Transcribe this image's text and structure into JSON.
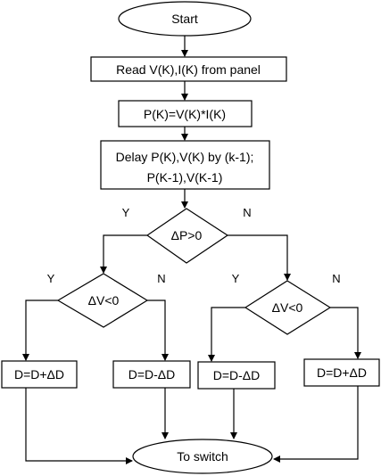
{
  "nodes": {
    "start": "Start",
    "read": "Read V(K),I(K) from panel",
    "power": "P(K)=V(K)*I(K)",
    "delay_line1": "Delay P(K),V(K) by (k-1);",
    "delay_line2": "P(K-1),V(K-1)",
    "dp_decision": "ΔP>0",
    "dv_left": "ΔV<0",
    "dv_right": "ΔV<0",
    "box_ll": "D=D+ΔD",
    "box_lr": "D=D-ΔD",
    "box_rl": "D=D-ΔD",
    "box_rr": "D=D+ΔD",
    "end": "To switch"
  },
  "labels": {
    "dp_yes": "Y",
    "dp_no": "N",
    "dvl_yes": "Y",
    "dvl_no": "N",
    "dvr_yes": "Y",
    "dvr_no": "N"
  }
}
